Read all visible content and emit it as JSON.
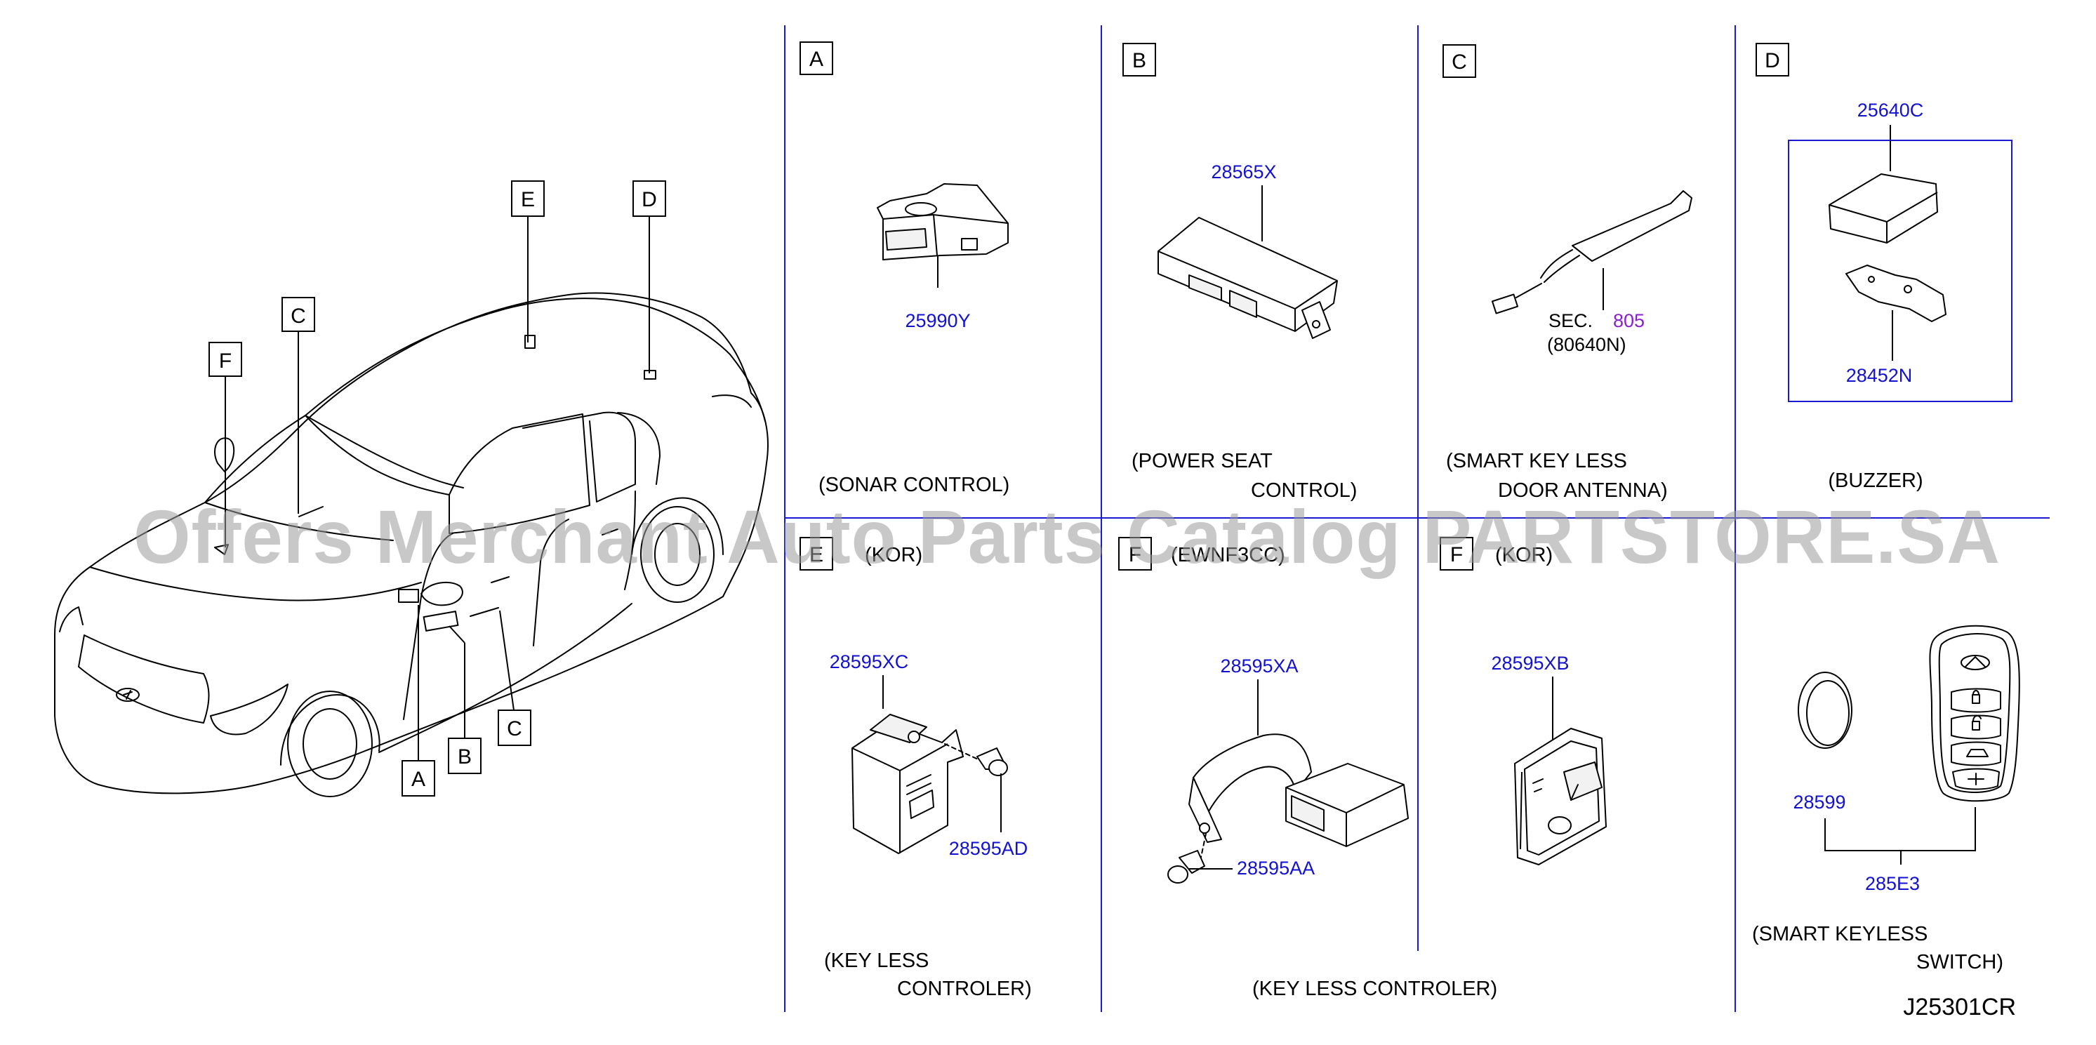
{
  "diagram_code": "J25301CR",
  "watermark": "Offers Merchant Auto Parts Catalog PARTSTORE.SA",
  "car_callouts": [
    "A",
    "B",
    "C",
    "C",
    "D",
    "E",
    "F"
  ],
  "sections": [
    {
      "id": "A",
      "caption_lines": [
        "(SONAR   CONTROL)"
      ],
      "parts": [
        "25990Y"
      ]
    },
    {
      "id": "B",
      "caption_lines": [
        "(POWER   SEAT",
        "CONTROL)"
      ],
      "parts": [
        "28565X"
      ]
    },
    {
      "id": "C",
      "caption_lines": [
        "(SMART   KEY   LESS",
        "DOOR   ANTENNA)"
      ],
      "parts": [
        "SEC.",
        "805",
        "(80640N)"
      ]
    },
    {
      "id": "D",
      "caption_lines": [
        "(BUZZER)"
      ],
      "parts": [
        "25640C",
        "28452N"
      ]
    },
    {
      "id": "E",
      "header_note": "(KOR)",
      "caption_lines": [
        "(KEY   LESS",
        "CONTROLER)"
      ],
      "parts": [
        "28595XC",
        "28595AD"
      ]
    },
    {
      "id": "F",
      "header_note": "(EWNF3CC)",
      "parts": [
        "28595XA",
        "28595AA"
      ]
    },
    {
      "id": "F",
      "header_note": "(KOR)",
      "parts": [
        "28595XB"
      ]
    },
    {
      "id": "",
      "caption_lines": [
        "(SMART   KEYLESS",
        "SWITCH)"
      ],
      "parts": [
        "28599",
        "285E3"
      ]
    }
  ],
  "shared_caption": "(KEY   LESS   CONTROLER)",
  "colors": {
    "part_number": "#1212d0",
    "section_ref": "#8a1fd0",
    "divider": "#1a1ad0"
  }
}
